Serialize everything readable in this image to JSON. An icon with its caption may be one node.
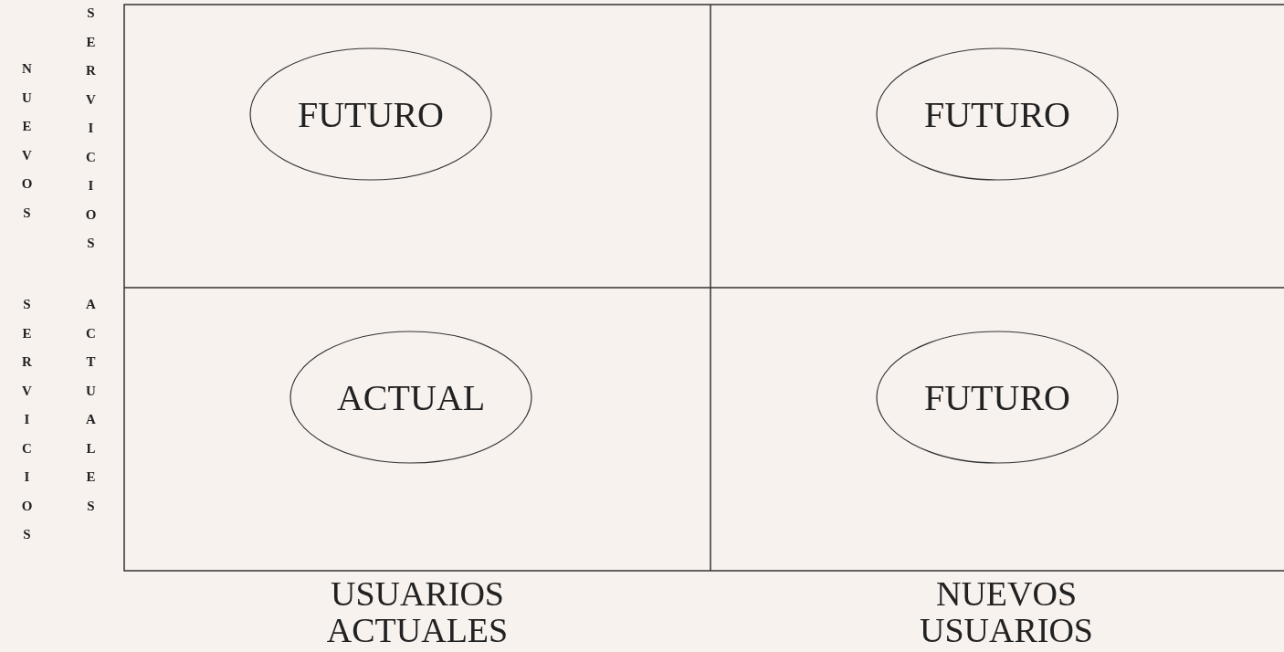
{
  "diagram": {
    "nodes": [
      {
        "text": [
          "FUTURO"
        ]
      },
      {
        "text": [
          "FUTURO"
        ]
      },
      {
        "text": [
          "ACTUAL"
        ]
      },
      {
        "text": [
          "FUTURO"
        ]
      }
    ],
    "labels": [
      "NUEVOS",
      "SERVICIOS",
      "SERVICIOS",
      "ACTUALES",
      "USUARIOS ACTUALES",
      "NUEVOS USUARIOS"
    ]
  }
}
